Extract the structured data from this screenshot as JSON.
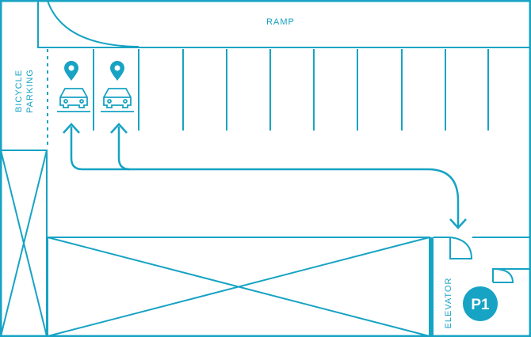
{
  "map": {
    "colors": {
      "line": "#17a3c4",
      "background": "#ffffff",
      "badge_text": "#ffffff"
    },
    "labels": {
      "ramp": "RAMP",
      "bicycle_line1": "BICYCLE",
      "bicycle_line2": "PARKING",
      "elevator": "ELEVATOR"
    },
    "level_badge": "P1",
    "parking_spots": {
      "total": 10,
      "accessible_marked": 2
    },
    "icons": [
      "location-pin-icon",
      "car-icon",
      "arrow-icon"
    ]
  }
}
